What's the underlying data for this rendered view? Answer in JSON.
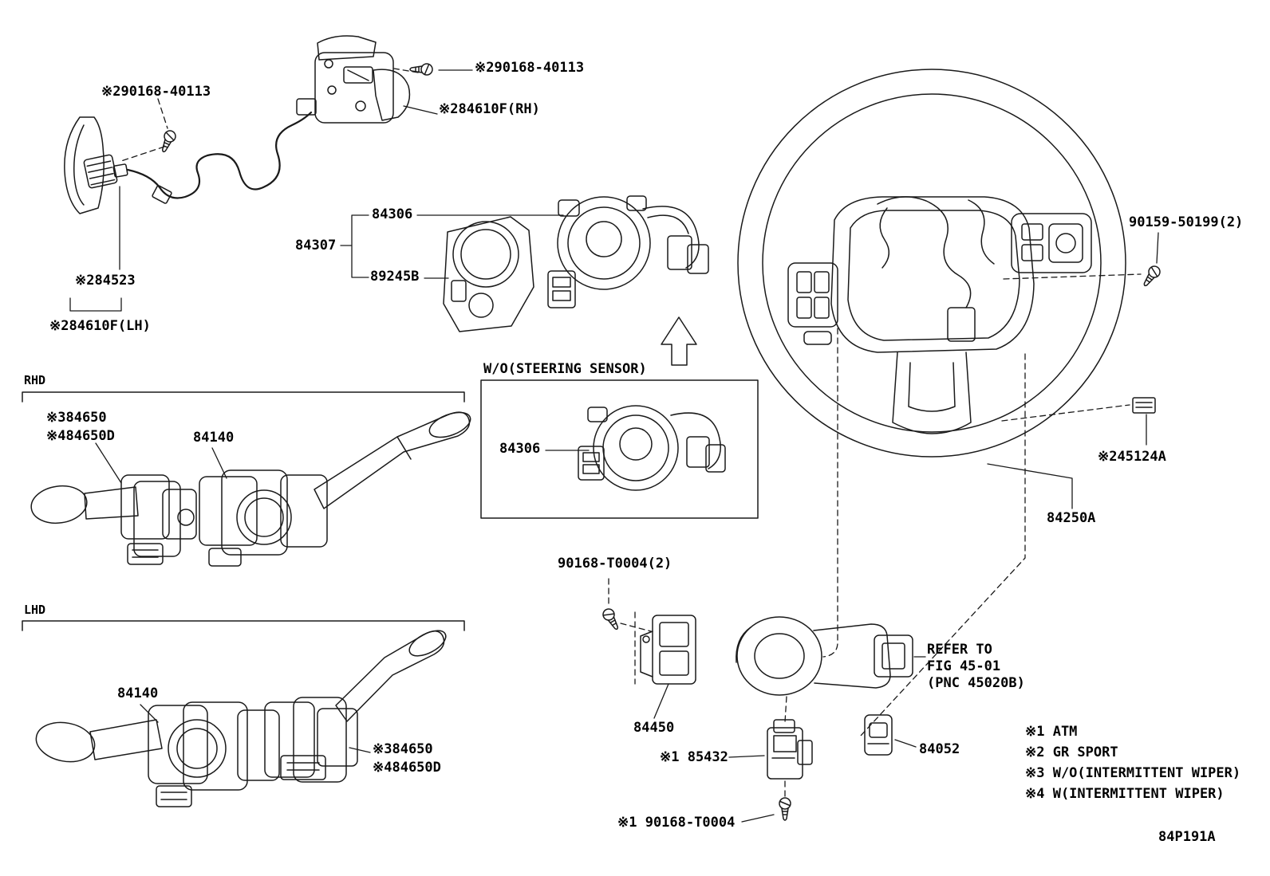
{
  "diagram": {
    "id": "84P191A"
  },
  "labels": {
    "screw_top_left": "※290168-40113",
    "screw_top_center": "※290168-40113",
    "pad_switch_rh": "※284610F(RH)",
    "spiral_cable_top": "84306",
    "spiral_cable_assy": "84307",
    "steering_sensor": "89245B",
    "paddle_switch": "※284523",
    "pad_switch_lh": "※284610F(LH)",
    "rhd": "RHD",
    "lhd": "LHD",
    "wiper_switch_rhd_a": "※384650",
    "wiper_switch_rhd_b": "※484650D",
    "light_switch_rhd": "84140",
    "wo_steering_sensor": "W/O(STEERING SENSOR)",
    "spiral_cable_wo": "84306",
    "screw_wheel": "90159-50199(2)",
    "clip": "※245124A",
    "wheel_assy": "84250A",
    "screw_bracket": "90168-T0004(2)",
    "light_switch_lhd": "84140",
    "wiper_switch_lhd_a": "※384650",
    "wiper_switch_lhd_b": "※484650D",
    "bracket": "84450",
    "refer_1": "REFER TO",
    "refer_2": "FIG 45-01",
    "refer_3": "(PNC 45020B)",
    "key_interlock": "※1 85432",
    "switch_84052": "84052",
    "screw_bottom": "※1 90168-T0004"
  },
  "notes": [
    "※1 ATM",
    "※2 GR SPORT",
    "※3 W/O(INTERMITTENT WIPER)",
    "※4 W(INTERMITTENT WIPER)"
  ]
}
